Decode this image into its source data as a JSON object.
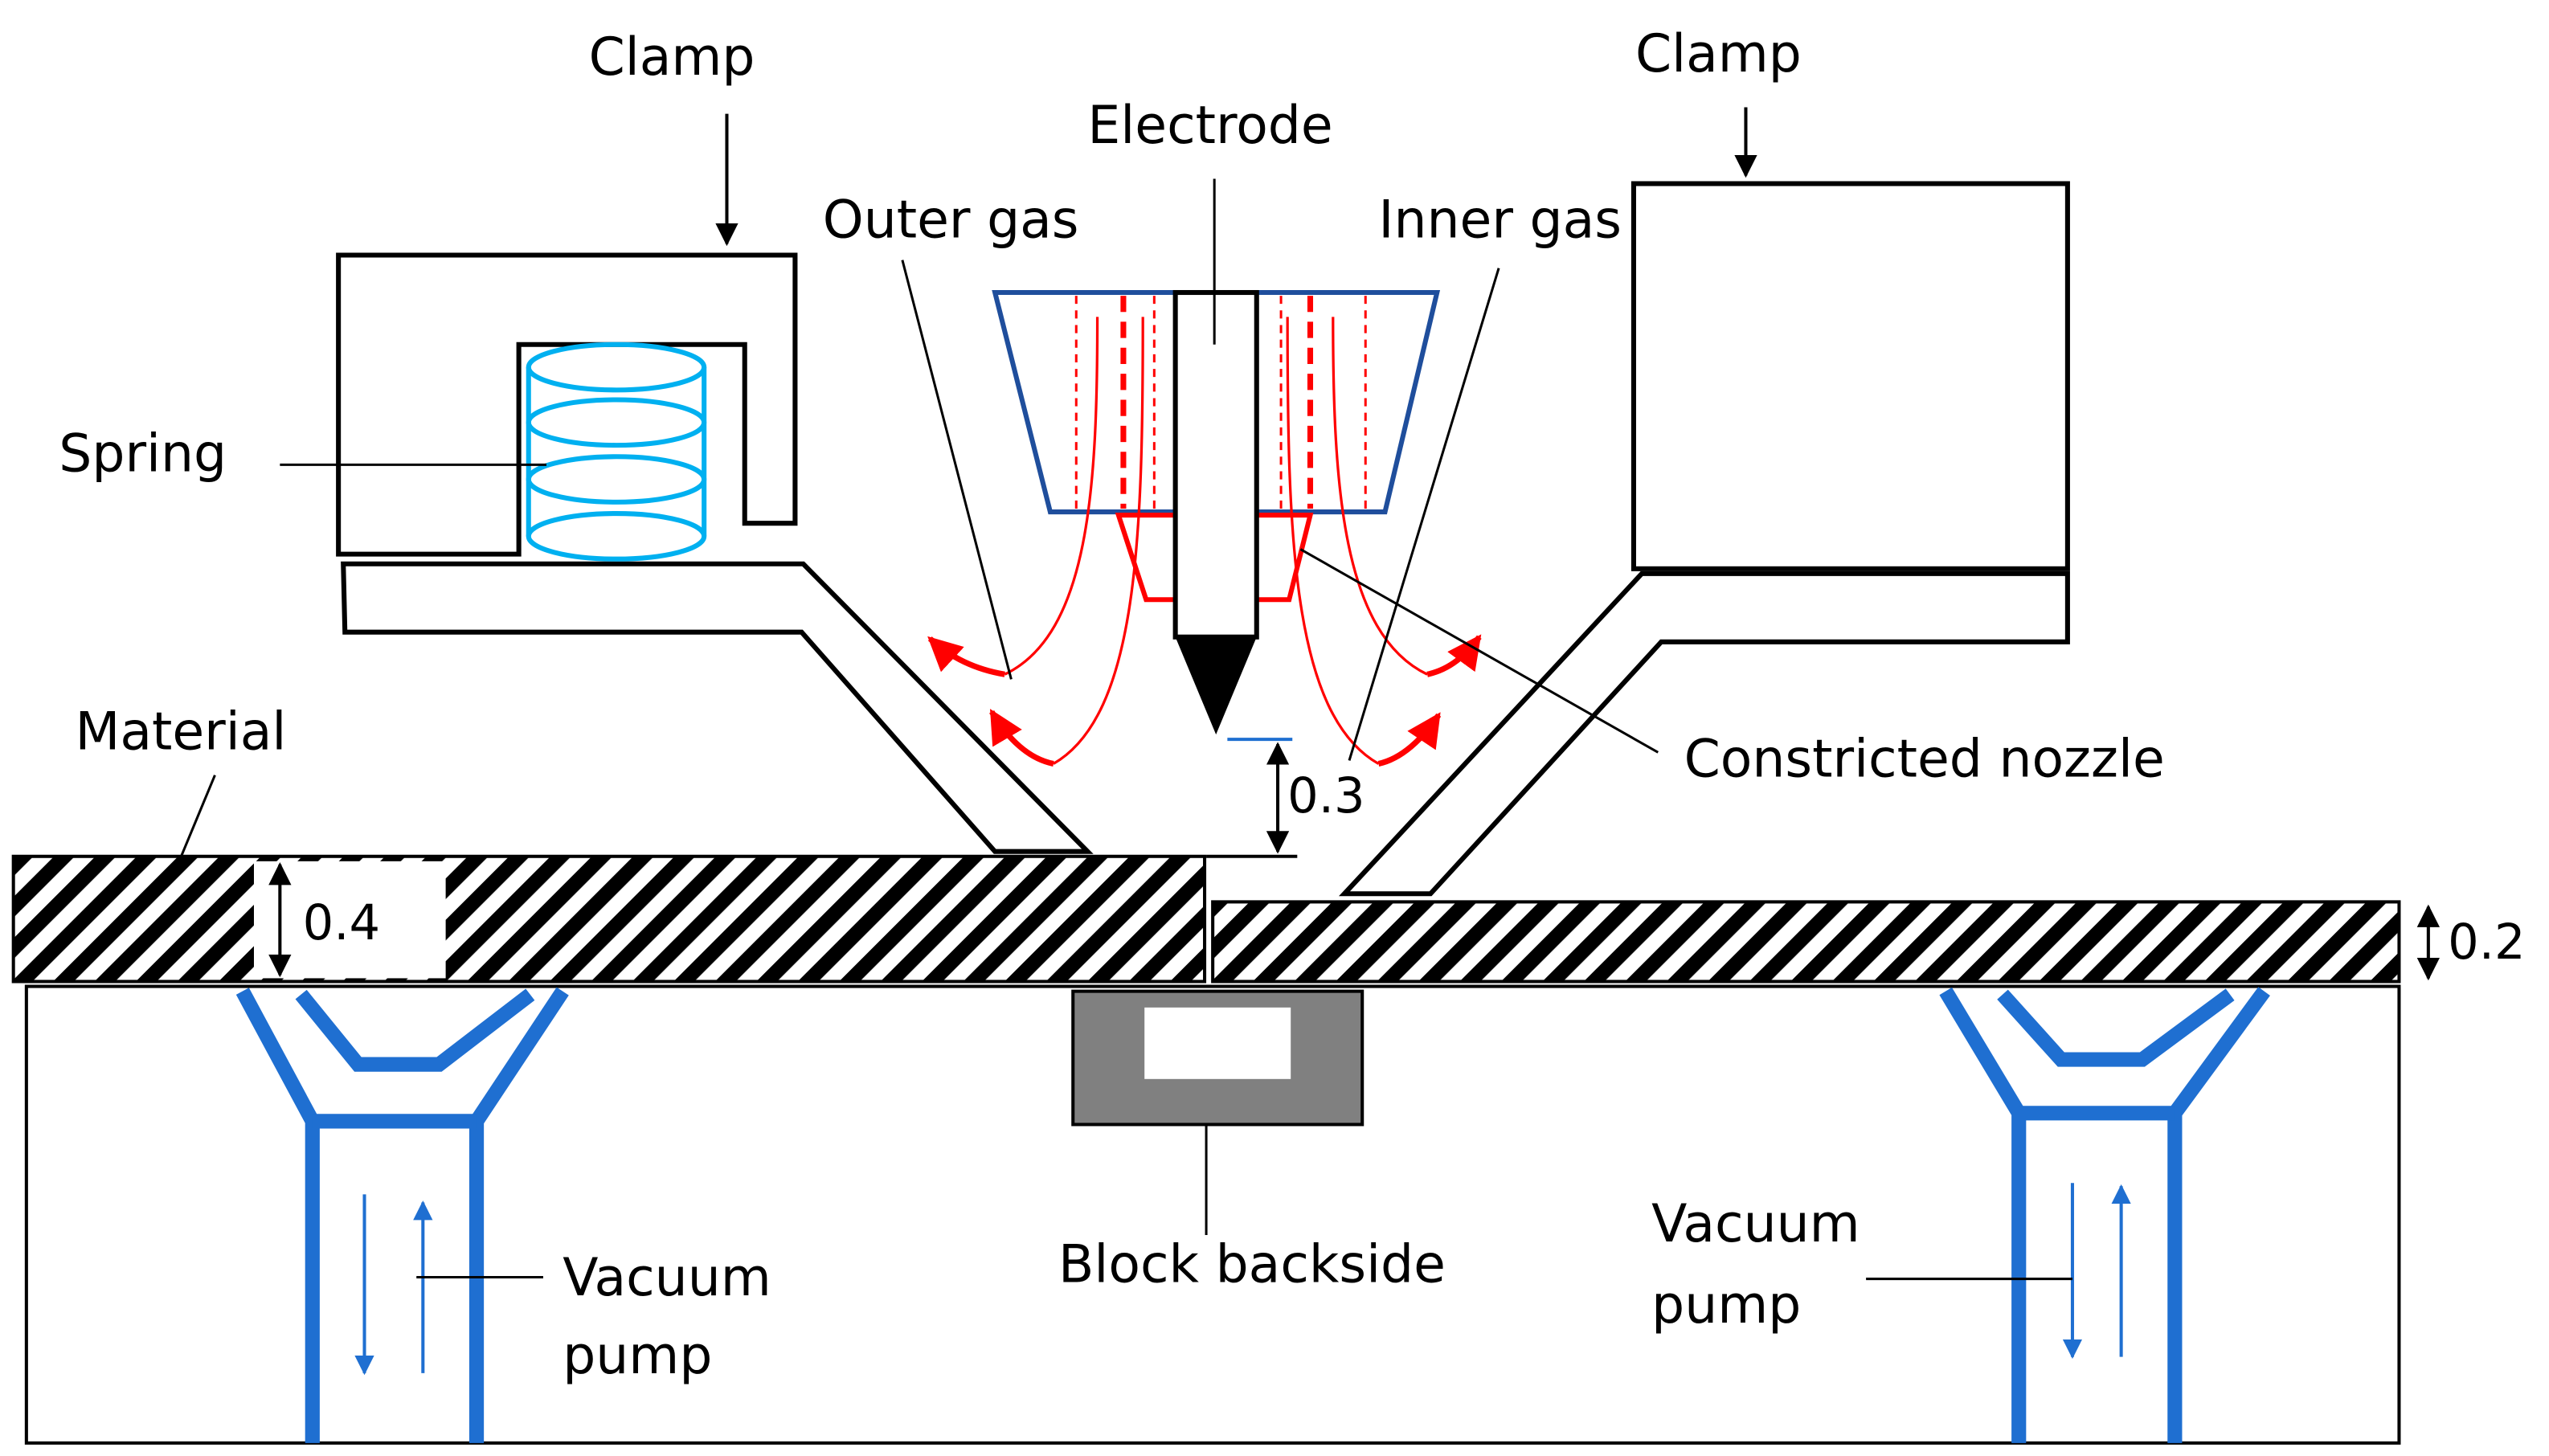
{
  "labels": {
    "clamp_left": "Clamp",
    "clamp_right": "Clamp",
    "electrode": "Electrode",
    "outer_gas": "Outer gas",
    "inner_gas": "Inner gas",
    "spring": "Spring",
    "material": "Material",
    "constricted_nozzle": "Constricted nozzle",
    "dim_gap": "0.3",
    "dim_left_thickness": "0.4",
    "dim_right_thickness": "0.2",
    "vacuum_left_line1": "Vacuum",
    "vacuum_left_line2": "pump",
    "vacuum_right_line1": "Vacuum",
    "vacuum_right_line2": "pump",
    "block_backside": "Block backside"
  },
  "colors": {
    "line": "#000000",
    "nozzle_outer": "#1f4e9c",
    "gas_flow": "#ff0000",
    "spring": "#00b0f0",
    "vacuum_channel": "#1f6fd1",
    "block_gray": "#808080"
  }
}
